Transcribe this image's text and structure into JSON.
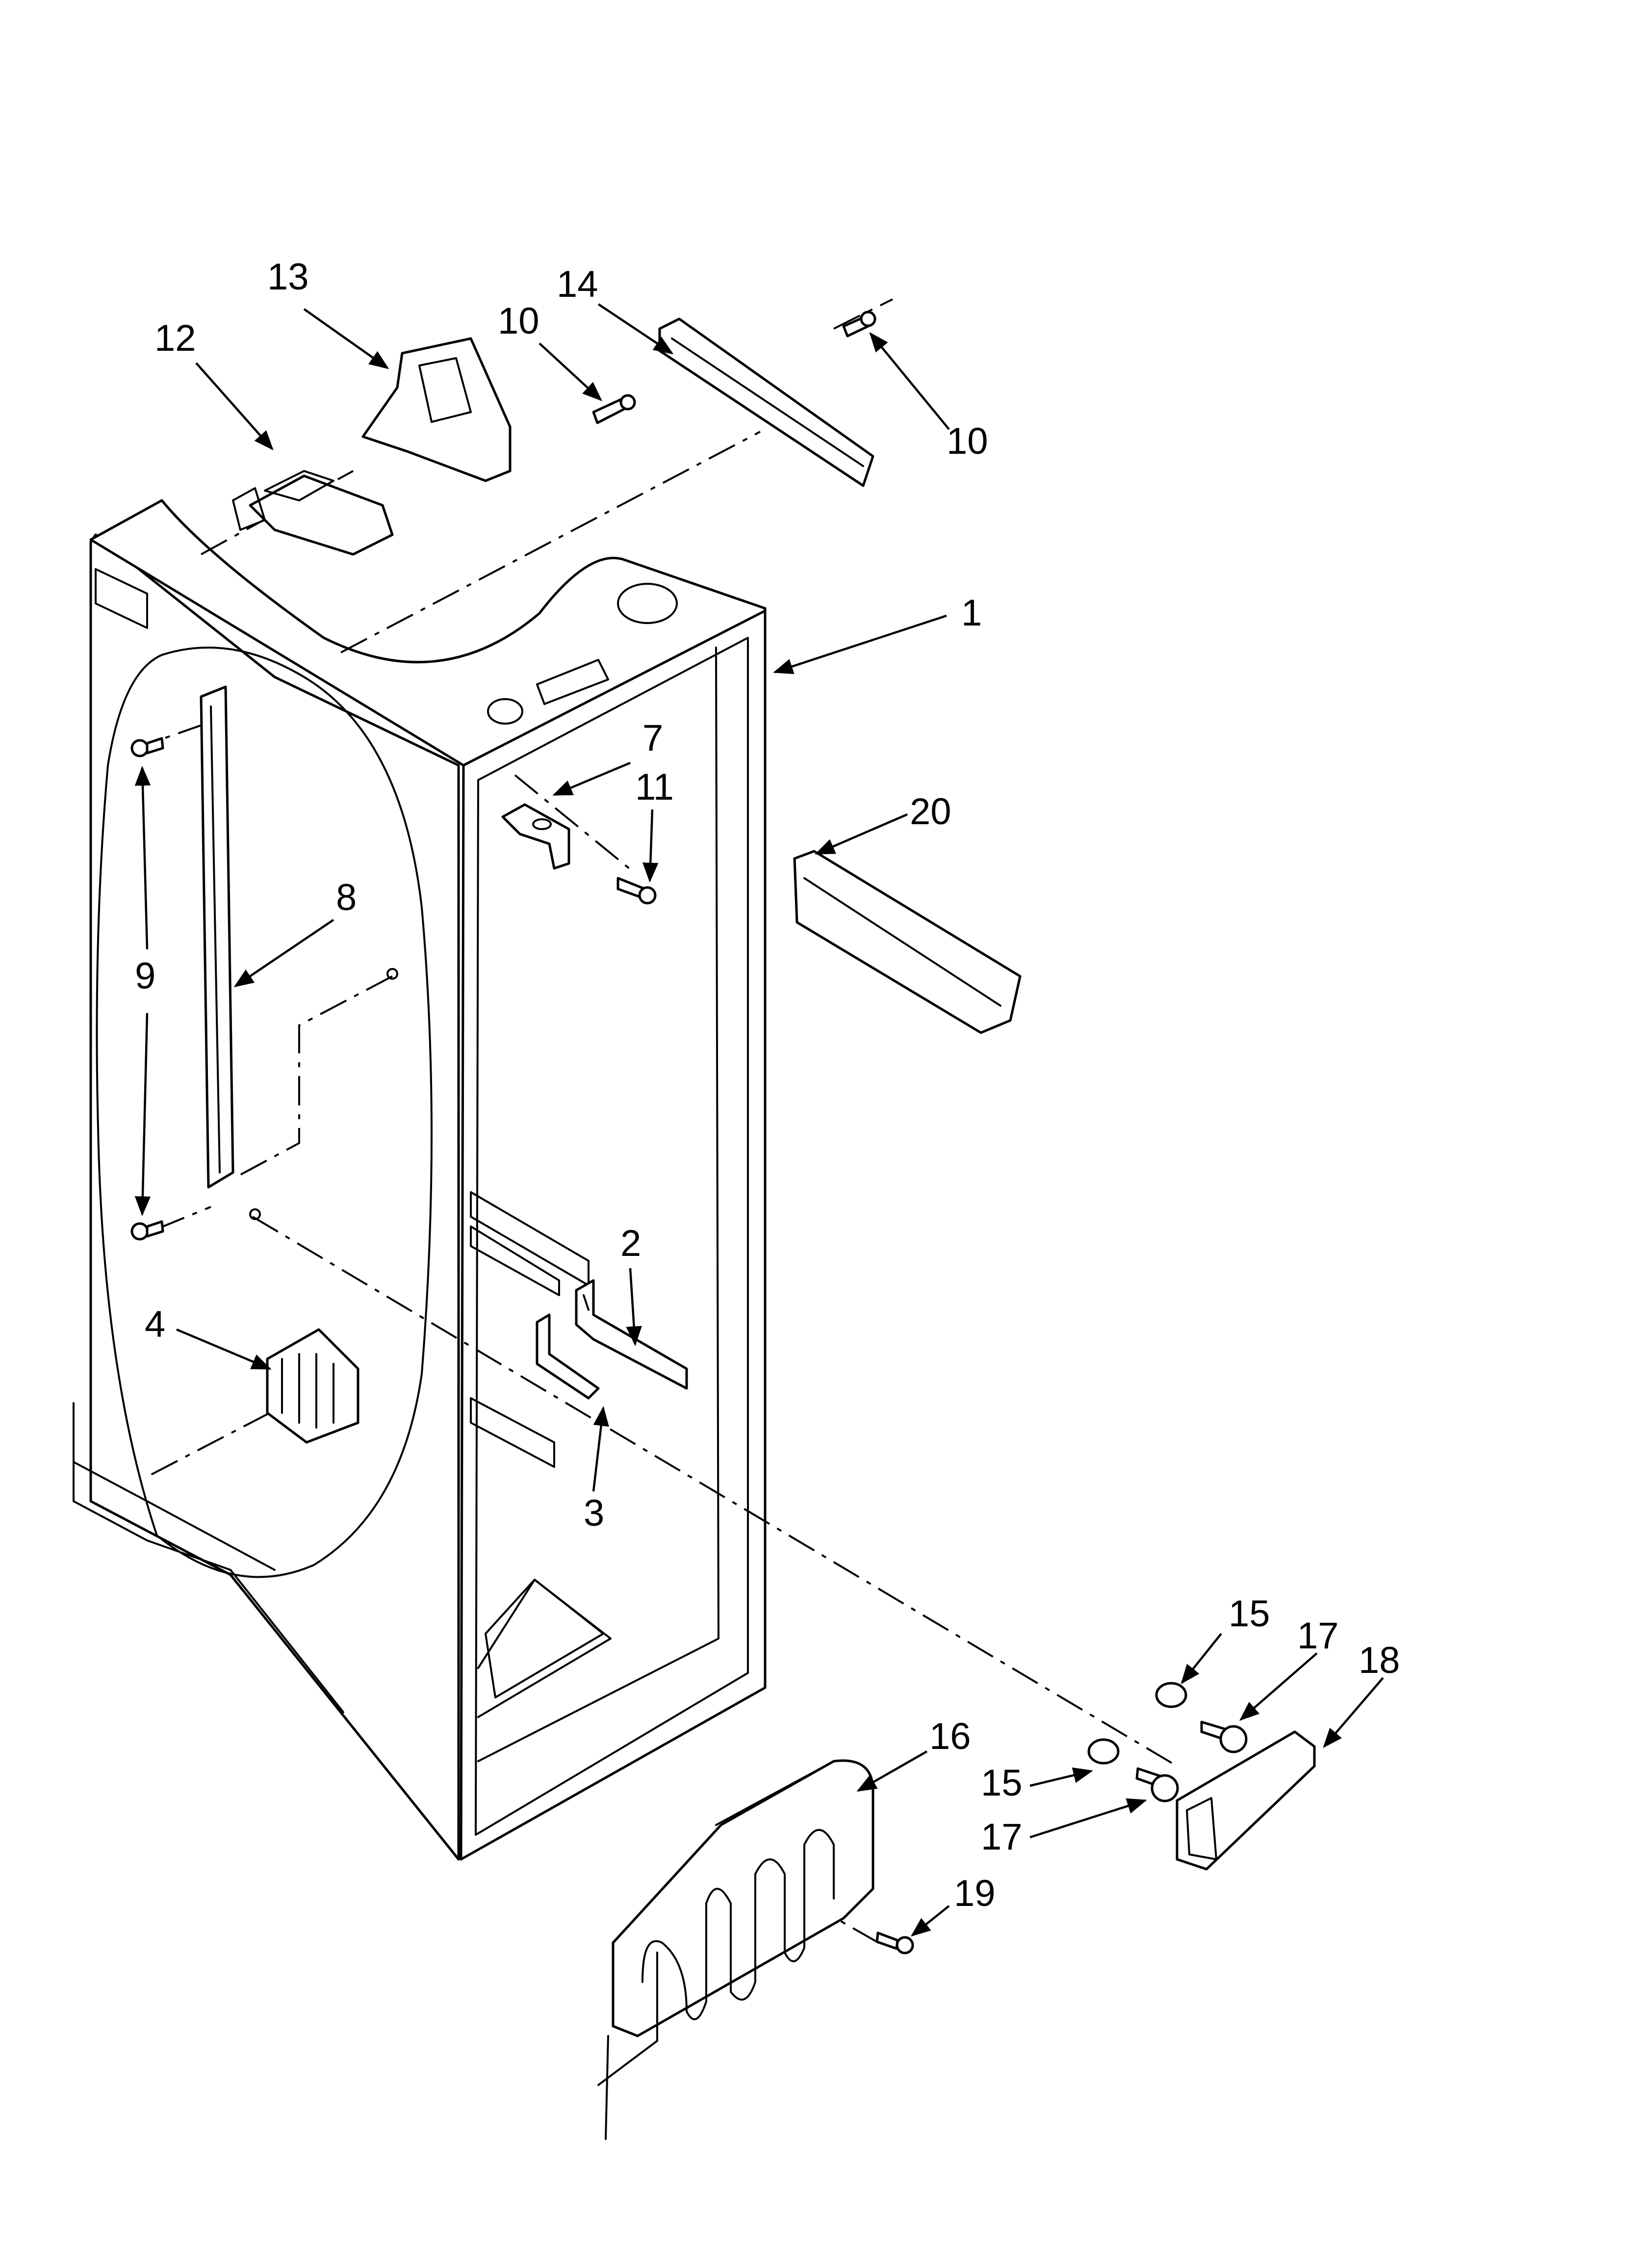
{
  "diagram": {
    "callouts": [
      {
        "id": "c1",
        "text": "1"
      },
      {
        "id": "c2",
        "text": "2"
      },
      {
        "id": "c3",
        "text": "3"
      },
      {
        "id": "c4",
        "text": "4"
      },
      {
        "id": "c7",
        "text": "7"
      },
      {
        "id": "c8",
        "text": "8"
      },
      {
        "id": "c9",
        "text": "9"
      },
      {
        "id": "c10a",
        "text": "10"
      },
      {
        "id": "c10b",
        "text": "10"
      },
      {
        "id": "c11",
        "text": "11"
      },
      {
        "id": "c12",
        "text": "12"
      },
      {
        "id": "c13",
        "text": "13"
      },
      {
        "id": "c14",
        "text": "14"
      },
      {
        "id": "c15a",
        "text": "15"
      },
      {
        "id": "c15b",
        "text": "15"
      },
      {
        "id": "c16",
        "text": "16"
      },
      {
        "id": "c17a",
        "text": "17"
      },
      {
        "id": "c17b",
        "text": "17"
      },
      {
        "id": "c18",
        "text": "18"
      },
      {
        "id": "c19",
        "text": "19"
      },
      {
        "id": "c20",
        "text": "20"
      }
    ],
    "colors": {
      "ink": "#000000",
      "paper": "#ffffff",
      "shade": "#c8c8c8"
    }
  }
}
